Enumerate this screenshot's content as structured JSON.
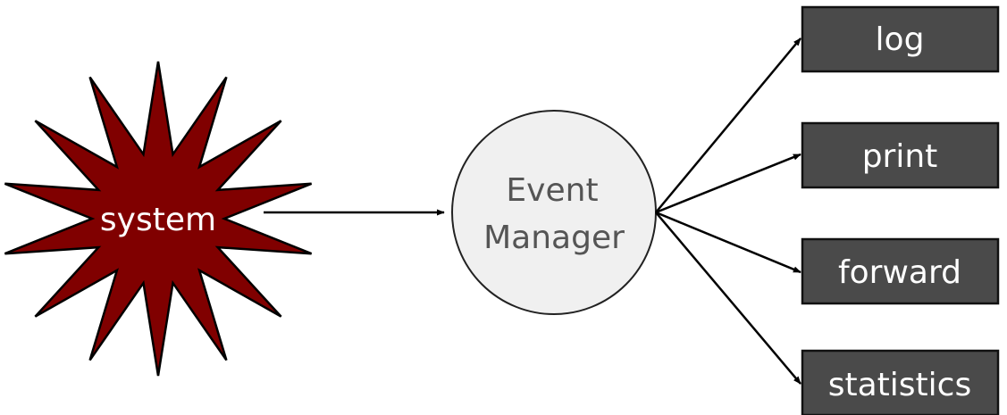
{
  "diagram": {
    "source": {
      "label": "system",
      "fill": "#800000"
    },
    "manager": {
      "line1": "Event",
      "line2": "Manager",
      "fill": "#f0f0f0"
    },
    "outputs": [
      {
        "label": "log"
      },
      {
        "label": "print"
      },
      {
        "label": "forward"
      },
      {
        "label": "statistics"
      }
    ],
    "box_color": "#4a4a4a"
  }
}
